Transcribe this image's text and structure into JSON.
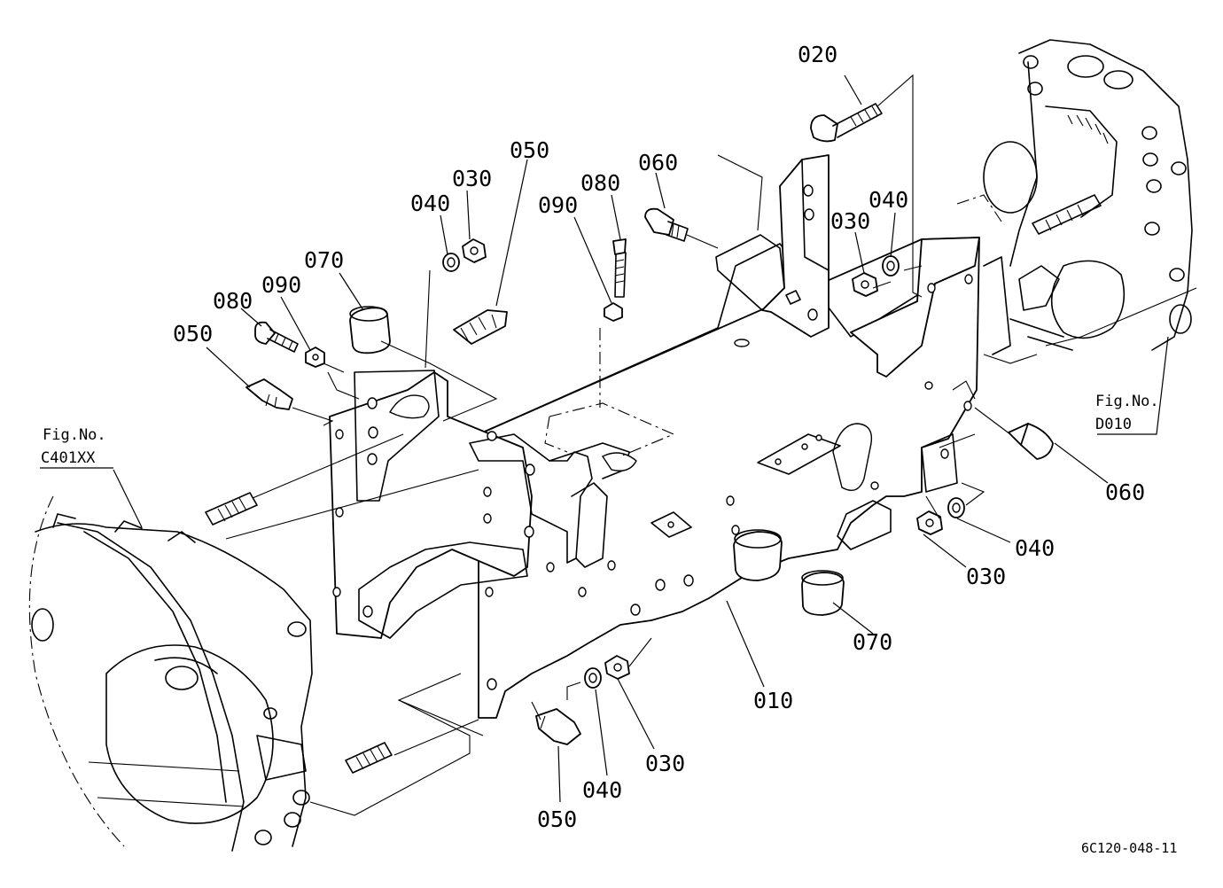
{
  "labels": {
    "p010": "010",
    "p020": "020",
    "p030_a": "030",
    "p030_b": "030",
    "p030_c": "030",
    "p030_d": "030",
    "p040_a": "040",
    "p040_b": "040",
    "p040_c": "040",
    "p040_d": "040",
    "p050_a": "050",
    "p050_b": "050",
    "p050_c": "050",
    "p060_a": "060",
    "p060_b": "060",
    "p070_a": "070",
    "p070_b": "070",
    "p080_a": "080",
    "p080_b": "080",
    "p090_a": "090",
    "p090_b": "090"
  },
  "fig_refs": {
    "left_fig": "Fig.No.",
    "left_code": "C401XX",
    "right_fig": "Fig.No.",
    "right_code": "D010"
  },
  "drawing_code": "6C120-048-11"
}
